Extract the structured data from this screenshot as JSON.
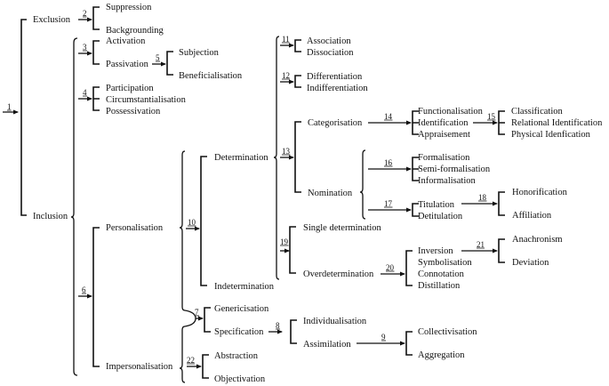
{
  "title": "Social actor network",
  "nodes": {
    "exclusion": "Exclusion",
    "suppression": "Suppression",
    "backgrounding": "Backgrounding",
    "inclusion": "Inclusion",
    "activation": "Activation",
    "passivation": "Passivation",
    "subjection": "Subjection",
    "beneficialisation": "Beneficialisation",
    "participation": "Participation",
    "circumstantialisation": "Circumstantialisation",
    "possessivation": "Possessivation",
    "personalisation": "Personalisation",
    "impersonalisation": "Impersonalisation",
    "determination": "Determination",
    "indetermination": "Indetermination",
    "association": "Association",
    "dissociation": "Dissociation",
    "differentiation": "Differentiation",
    "indifferentiation": "Indifferentiation",
    "categorisation": "Categorisation",
    "nomination": "Nomination",
    "functionalisation": "Functionalisation",
    "identification": "Identification",
    "appraisement": "Appraisement",
    "classification": "Classification",
    "relational_identification": "Relational Identification",
    "physical_idenfication": "Physical Idenfication",
    "formalisation": "Formalisation",
    "semi_formalisation": "Semi-formalisation",
    "informalisation": "Informalisation",
    "titulation": "Titulation",
    "detitulation": "Detitulation",
    "honorification": "Honorification",
    "affiliation": "Affiliation",
    "single_determination": "Single determination",
    "overdetermination": "Overdetermination",
    "inversion": "Inversion",
    "symbolisation": "Symbolisation",
    "connotation": "Connotation",
    "distillation": "Distillation",
    "anachronism": "Anachronism",
    "deviation": "Deviation",
    "genericisation": "Genericisation",
    "specification": "Specification",
    "individualisation": "Individualisation",
    "assimilation": "Assimilation",
    "collectivisation": "Collectivisation",
    "aggregation": "Aggregation",
    "abstraction": "Abstraction",
    "objectivation": "Objectivation"
  },
  "choice_numbers": {
    "n1": "1",
    "n2": "2",
    "n3": "3",
    "n4": "4",
    "n5": "5",
    "n6": "6",
    "n7": "7",
    "n8": "8",
    "n9": "9",
    "n10": "10",
    "n11": "11",
    "n12": "12",
    "n13": "13",
    "n14": "14",
    "n15": "15",
    "n16": "16",
    "n17": "17",
    "n18": "18",
    "n19": "19",
    "n20": "20",
    "n21": "21",
    "n22": "22"
  }
}
